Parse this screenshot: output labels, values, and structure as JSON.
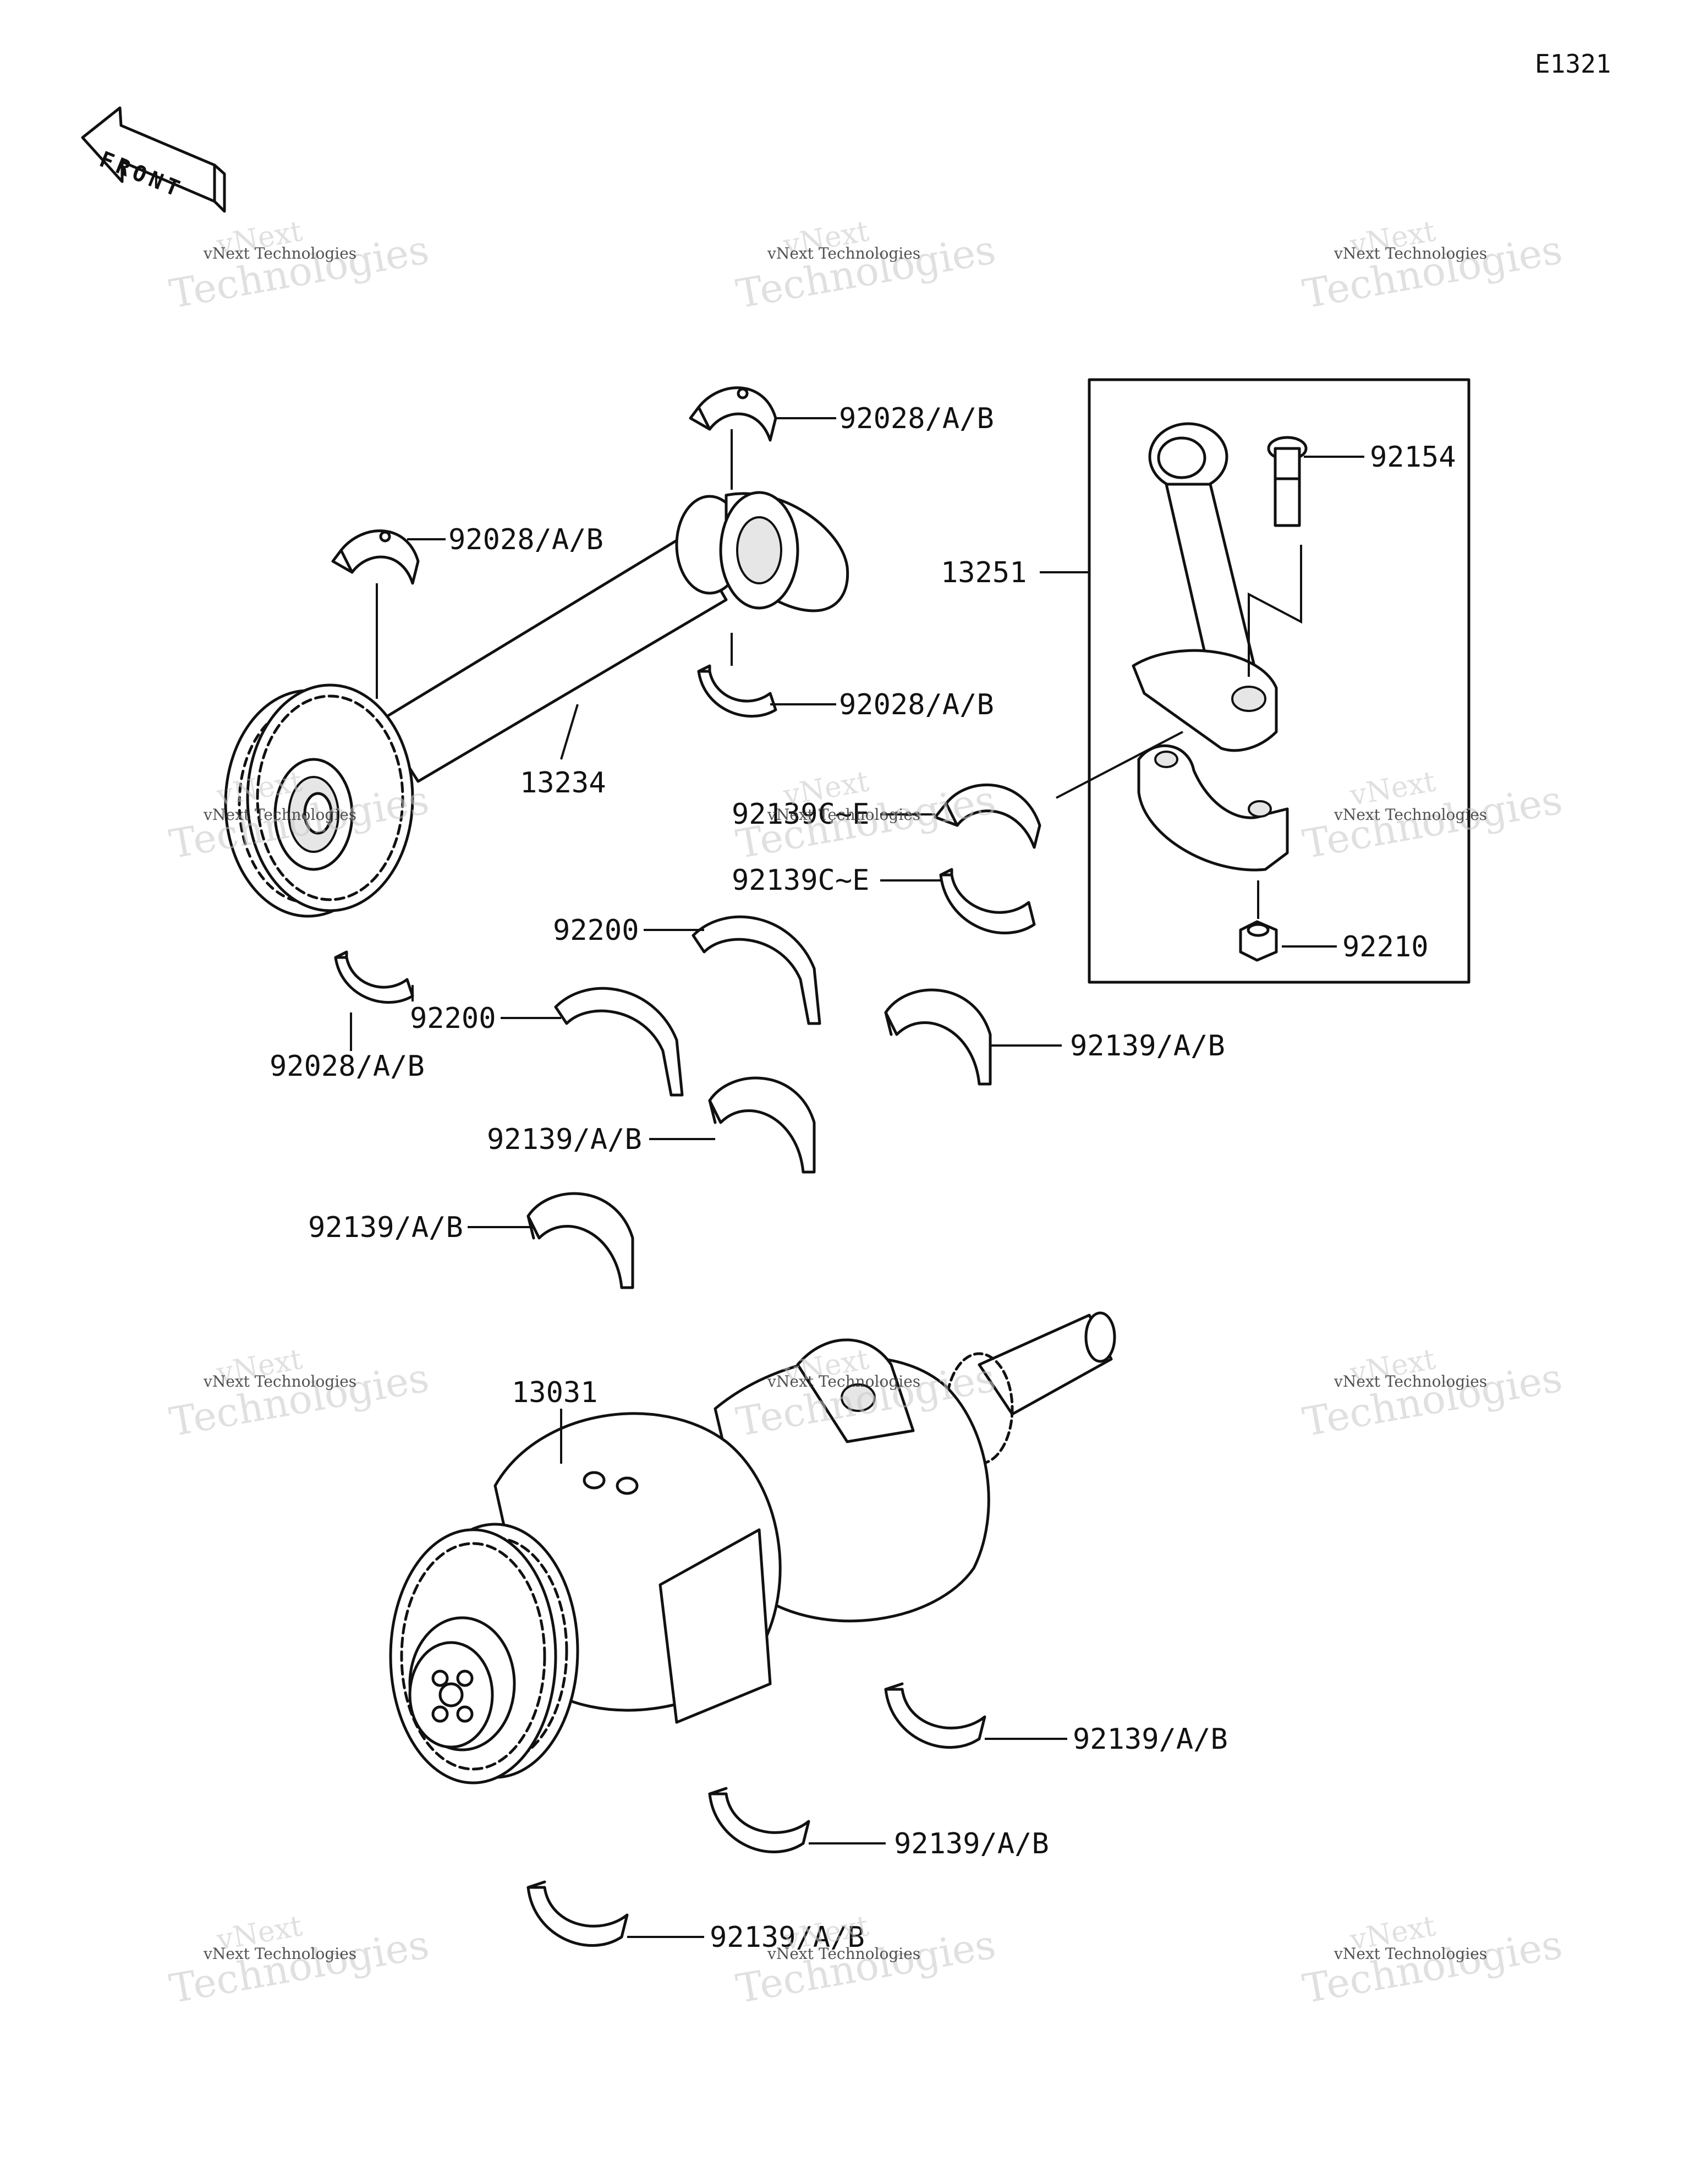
{
  "diagram_id": "E1321",
  "front_label": "FRONT",
  "watermark": {
    "line1": "vNext",
    "line2": "Technologies",
    "small": "vNext Technologies"
  },
  "callouts": {
    "bearing_top_balancer": "92028/A/B",
    "bearing_left_balancer": "92028/A/B",
    "bearing_lower_balancer": "92028/A/B",
    "bearing_under_gear": "92028/A/B",
    "balancer_shaft": "13234",
    "conrod_assembly": "13251",
    "conrod_bolt": "92154",
    "conrod_bearing_upper": "92139C~E",
    "conrod_bearing_lower": "92139C~E",
    "conrod_nut": "92210",
    "thrust_washer_1": "92200",
    "thrust_washer_2": "92200",
    "main_bearing_1": "92139/A/B",
    "main_bearing_2": "92139/A/B",
    "main_bearing_3": "92139/A/B",
    "crankshaft": "13031",
    "main_bearing_4": "92139/A/B",
    "main_bearing_5": "92139/A/B",
    "main_bearing_6": "92139/A/B"
  }
}
